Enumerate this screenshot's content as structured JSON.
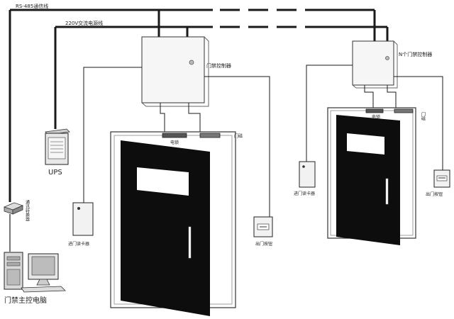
{
  "labels": {
    "rs485": "RS-485通信线",
    "power": "220V交流电源线",
    "controller_1": "门禁控制器",
    "controller_n": "N个门禁控制器",
    "ups": "UPS",
    "converter": "通讯转换器",
    "host": "门禁主控电脑",
    "lock_1": "电锁",
    "sensor_1": "门磁",
    "lock_n": "电锁",
    "sensor_n": "门磁",
    "reader_1": "进门读卡器",
    "reader_n": "进门读卡器",
    "exit_1": "出门按钮",
    "exit_n": "出门按钮"
  },
  "colors": {
    "line": "#1a1a1a",
    "door": "#0d0d0d",
    "device": "#f4f4f4"
  }
}
